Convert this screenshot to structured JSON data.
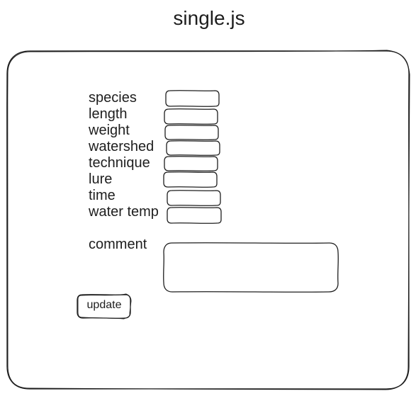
{
  "title": "single.js",
  "form": {
    "fields": [
      {
        "label": "species"
      },
      {
        "label": "length"
      },
      {
        "label": "weight"
      },
      {
        "label": "watershed"
      },
      {
        "label": "technique"
      },
      {
        "label": "lure"
      },
      {
        "label": "time"
      },
      {
        "label": "water temp"
      }
    ],
    "comment_label": "comment",
    "update_label": "update"
  },
  "colors": {
    "stroke": "#1e1e1e",
    "background": "#ffffff"
  }
}
